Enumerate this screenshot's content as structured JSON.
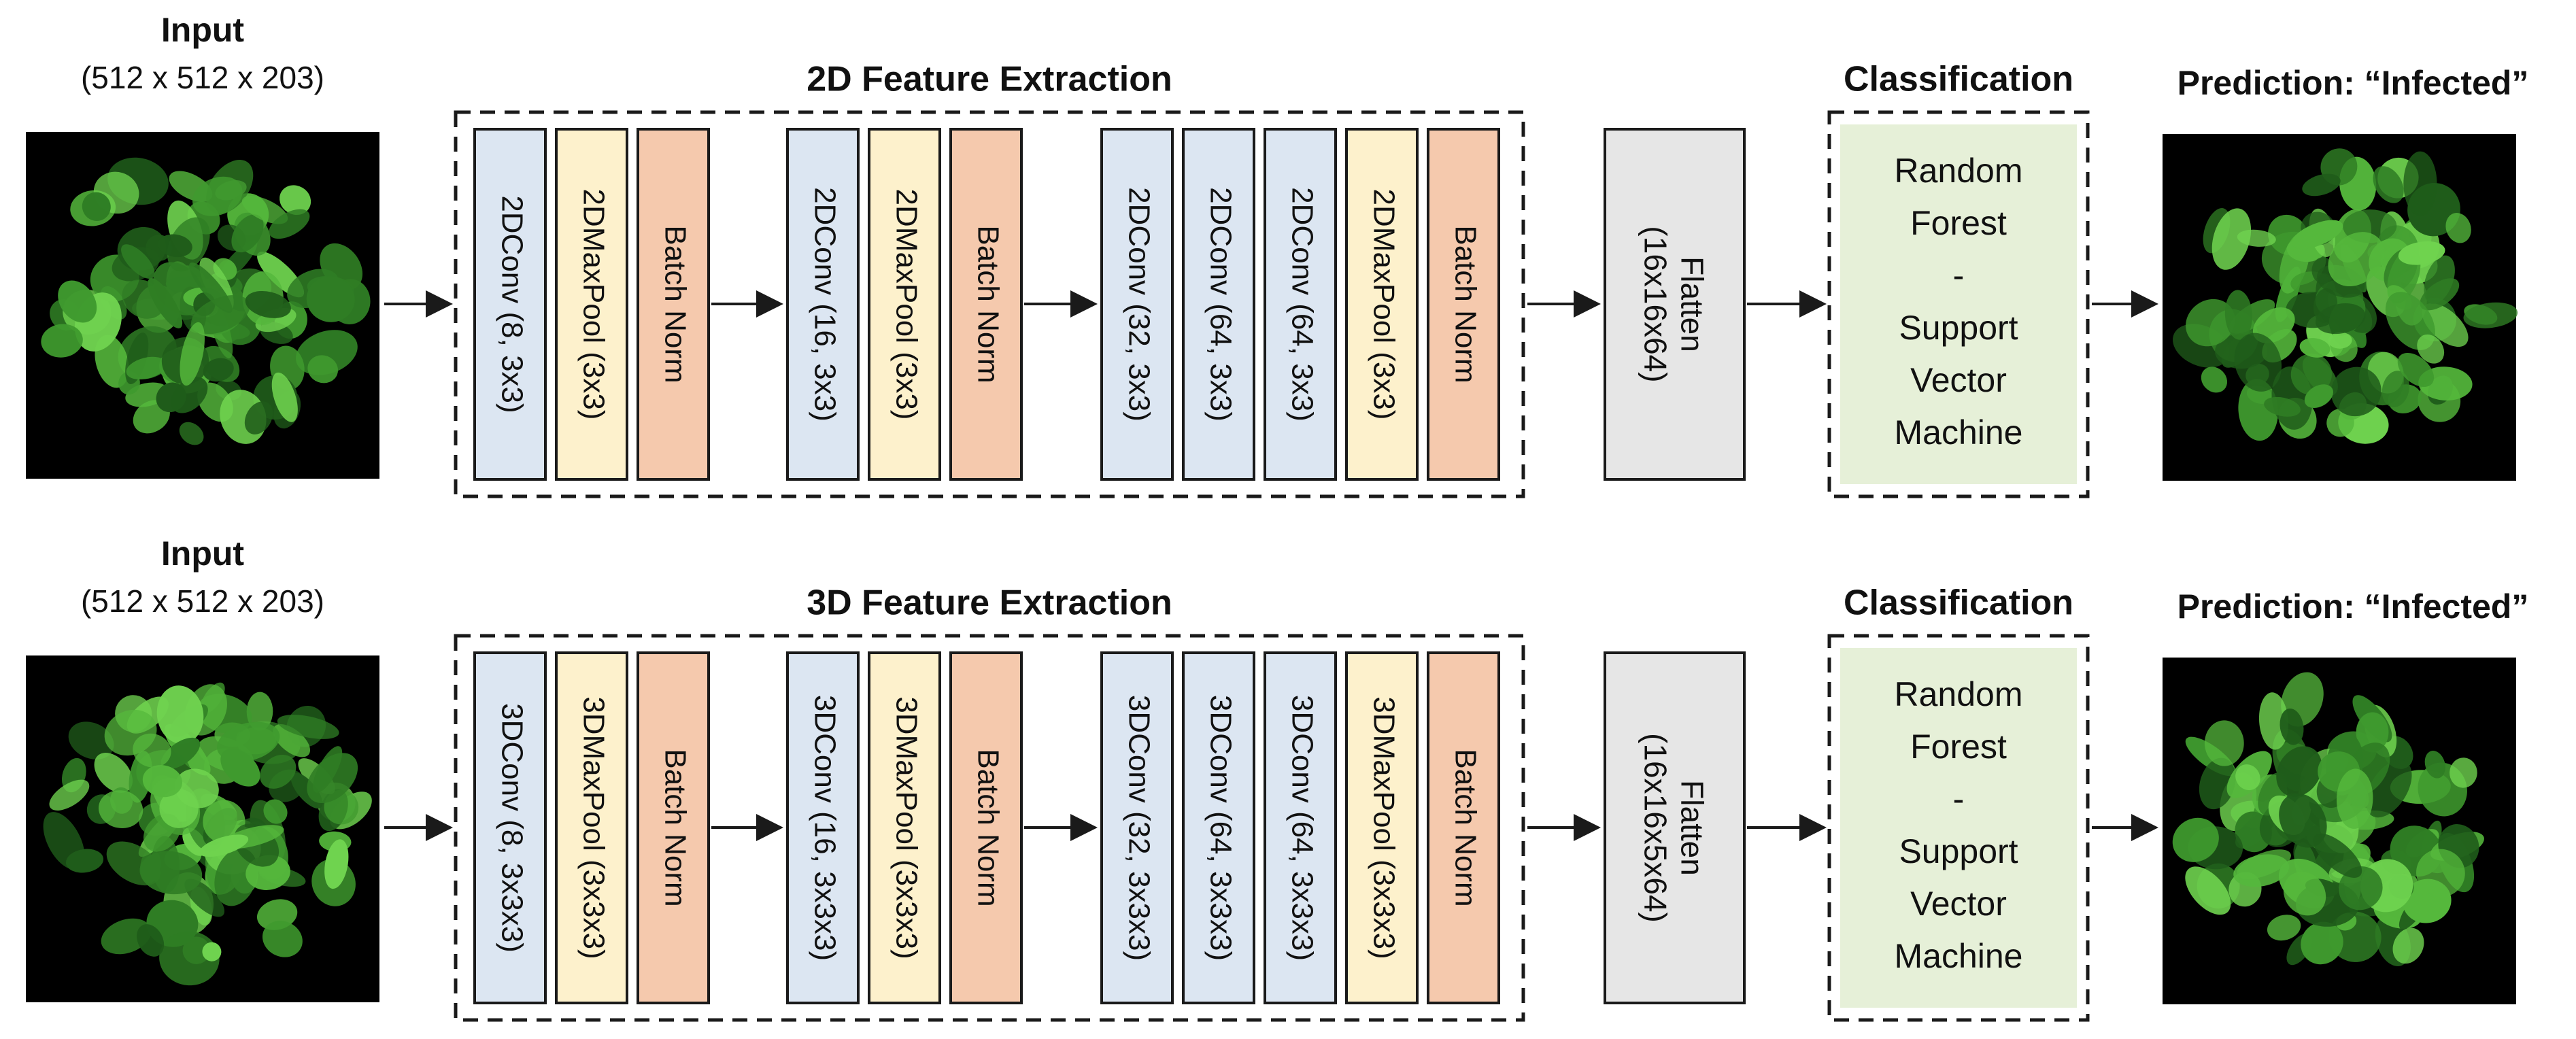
{
  "colors": {
    "conv": "#dce6f2",
    "pool": "#fdf1cc",
    "norm": "#f5c9ad",
    "flatten": "#e6e6e6",
    "classifier": "#e6f0d8",
    "border": "#1a1a1a",
    "image_bg": "#000000",
    "leaf_dark": "#1f5c1a",
    "leaf_mid": "#3f9a2e",
    "leaf_light": "#6fd34f"
  },
  "rows": [
    {
      "input_title": "Input",
      "input_dims": "(512 x 512 x 203)",
      "section_title": "2D Feature Extraction",
      "groups": [
        [
          {
            "type": "conv",
            "label": "2DConv (8, 3x3)"
          },
          {
            "type": "pool",
            "label": "2DMaxPool (3x3)"
          },
          {
            "type": "norm",
            "label": "Batch Norm"
          }
        ],
        [
          {
            "type": "conv",
            "label": "2DConv (16, 3x3)"
          },
          {
            "type": "pool",
            "label": "2DMaxPool (3x3)"
          },
          {
            "type": "norm",
            "label": "Batch Norm"
          }
        ],
        [
          {
            "type": "conv",
            "label": "2DConv (32, 3x3)"
          },
          {
            "type": "conv",
            "label": "2DConv (64, 3x3)"
          },
          {
            "type": "conv",
            "label": "2DConv (64, 3x3)"
          },
          {
            "type": "pool",
            "label": "2DMaxPool (3x3)"
          },
          {
            "type": "norm",
            "label": "Batch Norm"
          }
        ]
      ],
      "flatten_label": "Flatten",
      "flatten_dims": "(16x16x64)",
      "classification_title": "Classification",
      "classifier_lines": [
        "Random",
        "Forest",
        "-",
        "Support",
        "Vector",
        "Machine"
      ],
      "prediction_title": "Prediction: “Infected”"
    },
    {
      "input_title": "Input",
      "input_dims": "(512 x 512 x 203)",
      "section_title": "3D Feature Extraction",
      "groups": [
        [
          {
            "type": "conv",
            "label": "3DConv (8, 3x3x3)"
          },
          {
            "type": "pool",
            "label": "3DMaxPool (3x3x3)"
          },
          {
            "type": "norm",
            "label": "Batch Norm"
          }
        ],
        [
          {
            "type": "conv",
            "label": "3DConv (16, 3x3x3)"
          },
          {
            "type": "pool",
            "label": "3DMaxPool (3x3x3)"
          },
          {
            "type": "norm",
            "label": "Batch Norm"
          }
        ],
        [
          {
            "type": "conv",
            "label": "3DConv (32, 3x3x3)"
          },
          {
            "type": "conv",
            "label": "3DConv (64, 3x3x3)"
          },
          {
            "type": "conv",
            "label": "3DConv (64, 3x3x3)"
          },
          {
            "type": "pool",
            "label": "3DMaxPool (3x3x3)"
          },
          {
            "type": "norm",
            "label": "Batch Norm"
          }
        ]
      ],
      "flatten_label": "Flatten",
      "flatten_dims": "(16x16x5x64)",
      "classification_title": "Classification",
      "classifier_lines": [
        "Random",
        "Forest",
        "-",
        "Support",
        "Vector",
        "Machine"
      ],
      "prediction_title": "Prediction: “Infected”"
    }
  ]
}
